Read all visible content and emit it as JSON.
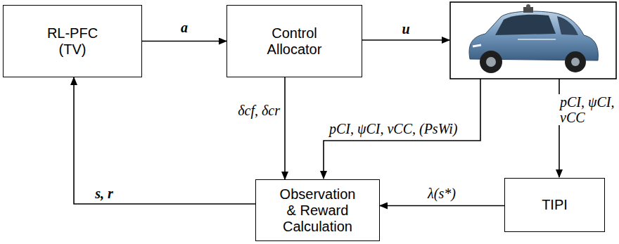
{
  "diagram": {
    "nodes": [
      {
        "text": [
          "RL-PFC (TV)"
        ]
      },
      {
        "text": [
          "Control Allocator"
        ]
      },
      {
        "text": [
          "Observation & Reward Calculation"
        ]
      },
      {
        "text": [
          "TIPI"
        ]
      }
    ],
    "edges": [
      {
        "from": 0,
        "to": 1,
        "label": "a",
        "arrow": "to"
      },
      {
        "from": 1,
        "to": 2,
        "label": "δcf, δcr",
        "arrow": "to"
      },
      {
        "from": 3,
        "to": 2,
        "label": "λ(s*)",
        "arrow": "to"
      },
      {
        "from": 2,
        "to": 0,
        "label": "s, r",
        "arrow": "to"
      }
    ],
    "labels": [
      "u",
      "pCI, ψCI, vCC, (PsWi)",
      "pCI, ψCI, vCC"
    ]
  }
}
